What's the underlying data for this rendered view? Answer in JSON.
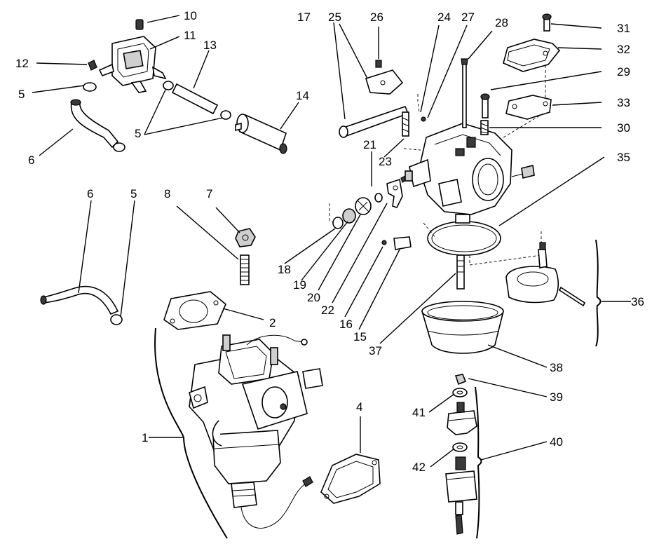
{
  "labels": {
    "l1": "1",
    "l2": "2",
    "l4": "4",
    "l5a": "5",
    "l5b": "5",
    "l5c": "5",
    "l6a": "6",
    "l6b": "6",
    "l7": "7",
    "l8": "8",
    "l10": "10",
    "l11": "11",
    "l12": "12",
    "l13": "13",
    "l14": "14",
    "l15": "15",
    "l16": "16",
    "l17": "17",
    "l18": "18",
    "l19": "19",
    "l20": "20",
    "l21": "21",
    "l22": "22",
    "l23": "23",
    "l24": "24",
    "l25": "25",
    "l26": "26",
    "l27": "27",
    "l28": "28",
    "l29": "29",
    "l30": "30",
    "l31": "31",
    "l32": "32",
    "l33": "33",
    "l35": "35",
    "l36": "36",
    "l37": "37",
    "l38": "38",
    "l39": "39",
    "l40": "40",
    "l41": "41",
    "l42": "42"
  }
}
